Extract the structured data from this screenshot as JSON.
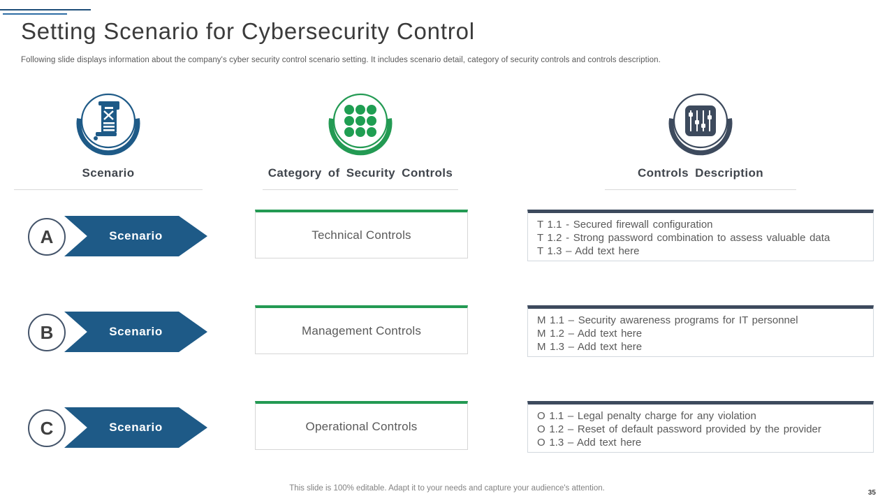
{
  "page": {
    "title": "Setting Scenario for Cybersecurity Control",
    "subtitle": "Following slide displays information about the company's cyber security control scenario setting. It includes scenario detail, category of security controls and controls description.",
    "footer_note": "This slide is 100% editable. Adapt it to your needs and capture your audience's attention.",
    "page_number": "35"
  },
  "colors": {
    "blue": "#1e5a87",
    "green": "#239a53",
    "navy": "#3d4a5d",
    "title_text": "#3b3b3b",
    "body_text": "#595959",
    "divider": "#d9d9d9"
  },
  "columns": {
    "scenario": {
      "label": "Scenario",
      "icon": "scroll-icon"
    },
    "category": {
      "label": "Category of Security Controls",
      "icon": "dots-grid-icon"
    },
    "description": {
      "label": "Controls Description",
      "icon": "sliders-icon"
    }
  },
  "rows": [
    {
      "letter": "A",
      "arrow_label": "Scenario",
      "category": "Technical Controls",
      "descriptions": [
        "T 1.1 - Secured firewall configuration",
        "T 1.2 - Strong password combination to assess valuable data",
        "T 1.3 – Add text here"
      ]
    },
    {
      "letter": "B",
      "arrow_label": "Scenario",
      "category": "Management Controls",
      "descriptions": [
        "M 1.1 – Security awareness programs for IT personnel",
        "M 1.2 – Add text here",
        "M 1.3 – Add text here"
      ]
    },
    {
      "letter": "C",
      "arrow_label": "Scenario",
      "category": "Operational Controls",
      "descriptions": [
        "O 1.1 – Legal penalty charge for any violation",
        "O 1.2 – Reset of default password provided by the provider",
        "O 1.3 – Add text here"
      ]
    }
  ]
}
